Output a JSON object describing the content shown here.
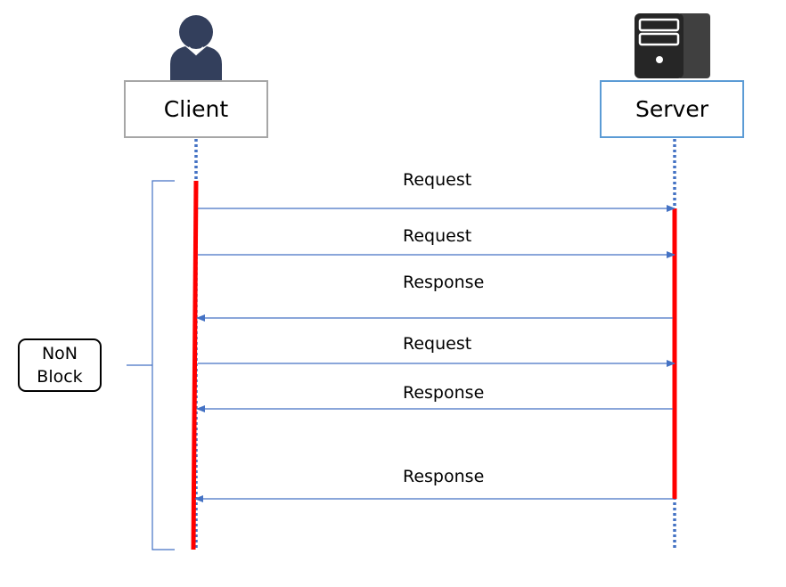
{
  "participants": {
    "client": {
      "label": "Client",
      "icon": "user-icon"
    },
    "server": {
      "label": "Server",
      "icon": "server-icon"
    }
  },
  "messages": [
    {
      "label": "Request",
      "direction": "client-to-server"
    },
    {
      "label": "Request",
      "direction": "client-to-server"
    },
    {
      "label": "Response",
      "direction": "server-to-client"
    },
    {
      "label": "Request",
      "direction": "client-to-server"
    },
    {
      "label": "Response",
      "direction": "server-to-client"
    },
    {
      "label": "Response",
      "direction": "server-to-client"
    }
  ],
  "annotation": {
    "line1": "NoN",
    "line2": "Block"
  },
  "colors": {
    "arrow": "#4472c4",
    "activation": "#ff0000",
    "lifeline": "#4472c4",
    "client_border": "#a6a6a6",
    "server_border": "#5b9bd5",
    "icon_user": "#333f5c",
    "icon_server": "#262626",
    "bracket": "#4472c4"
  }
}
